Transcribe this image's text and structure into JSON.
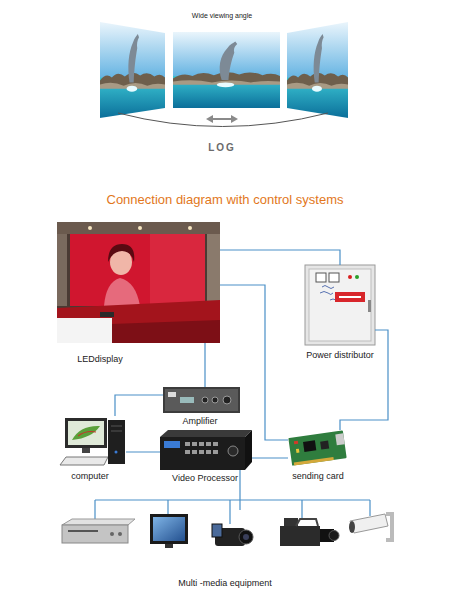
{
  "diagram": {
    "title": "Connection diagram with control systems",
    "nodes": [
      {
        "text": [
          "LEDdisplay"
        ]
      },
      {
        "text": [
          "Power distributor"
        ]
      },
      {
        "text": [
          "Amplifier"
        ]
      },
      {
        "text": [
          "computer"
        ]
      },
      {
        "text": [
          "Video Processor"
        ]
      },
      {
        "text": [
          "sending card"
        ]
      },
      {
        "text": [
          "Multi -media equipment"
        ]
      }
    ],
    "edges": [
      {
        "from": 0,
        "to": 1,
        "arrow": "none"
      },
      {
        "from": 0,
        "to": 2,
        "arrow": "none"
      },
      {
        "from": 0,
        "to": 5,
        "arrow": "none"
      },
      {
        "from": 1,
        "to": 5,
        "arrow": "none"
      },
      {
        "from": 3,
        "to": 2,
        "arrow": "none"
      },
      {
        "from": 3,
        "to": 4,
        "arrow": "none"
      },
      {
        "from": 4,
        "to": 5,
        "arrow": "none"
      },
      {
        "from": 4,
        "to": 6,
        "arrow": "none"
      }
    ],
    "labels": [
      "Wide viewing angle",
      "LOG"
    ]
  }
}
